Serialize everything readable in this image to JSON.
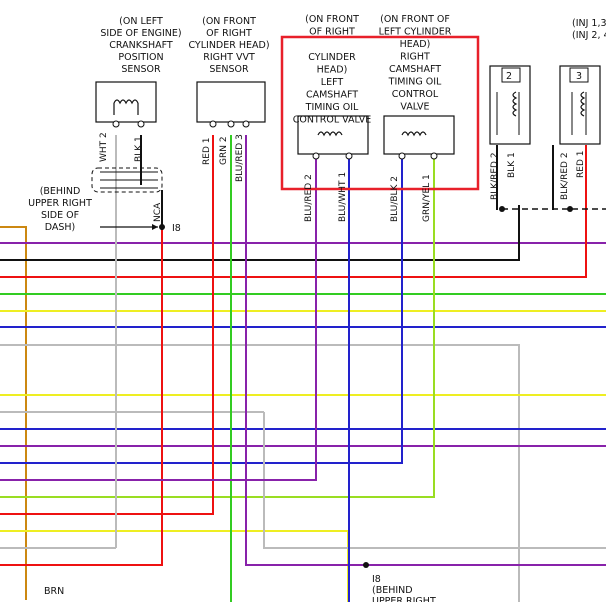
{
  "labels": {
    "crank_sensor": [
      "(ON LEFT",
      "SIDE OF ENGINE)",
      "CRANKSHAFT",
      "POSITION",
      "SENSOR"
    ],
    "vvt_sensor": [
      "(ON FRONT",
      "OF RIGHT",
      "CYLINDER HEAD)",
      "RIGHT VVT",
      "SENSOR"
    ],
    "left_valve": [
      "(ON FRONT",
      "OF RIGHT",
      "CYLINDER",
      "HEAD)",
      "LEFT",
      "CAMSHAFT",
      "TIMING OIL",
      "CONTROL VALVE"
    ],
    "right_valve": [
      "(ON FRONT OF",
      "LEFT CYLINDER",
      "HEAD)",
      "RIGHT",
      "CAMSHAFT",
      "TIMING OIL",
      "CONTROL",
      "VALVE"
    ],
    "inj": [
      "(INJ 1,3",
      "(INJ 2, 4"
    ],
    "behind_dash": [
      "(BEHIND",
      "UPPER RIGHT",
      "SIDE OF",
      "DASH)"
    ],
    "behind_bottom": [
      "I8",
      "(BEHIND",
      "UPPER RIGHT"
    ],
    "i8": "I8",
    "nca": "NCA",
    "brn": "BRN"
  },
  "wires": {
    "crank_pin2": "WHT",
    "crank_pin2_num": "2",
    "crank_pin1": "BLK",
    "crank_pin1_num": "1",
    "vvt_pin1": "RED",
    "vvt_pin1_num": "1",
    "vvt_pin2": "GRN",
    "vvt_pin2_num": "2",
    "vvt_pin3": "BLU/RED",
    "vvt_pin3_num": "3",
    "lv_pin2": "BLU/RED",
    "lv_pin2_num": "2",
    "lv_pin1": "BLU/WHT",
    "lv_pin1_num": "1",
    "rv_pin2": "BLU/BLK",
    "rv_pin2_num": "2",
    "rv_pin1": "GRN/YEL",
    "rv_pin1_num": "1",
    "inj2_pin2": "BLK/RED",
    "inj2_pin2_num": "2",
    "inj2_pin1": "BLK",
    "inj2_pin1_num": "1",
    "inj3_pin2": "BLK/RED",
    "inj3_pin2_num": "2",
    "inj3_pin1": "RED",
    "inj3_pin1_num": "1",
    "inj2_num": "2",
    "inj3_num": "3"
  },
  "colors": {
    "red": "#ee1111",
    "green": "#33cc22",
    "blue": "#2222cc",
    "purple": "#8822aa",
    "yellow": "#eeee22",
    "gray": "#bbbbbb",
    "black": "#111111",
    "brown": "#cc8811",
    "highlight": "#e8202a"
  }
}
